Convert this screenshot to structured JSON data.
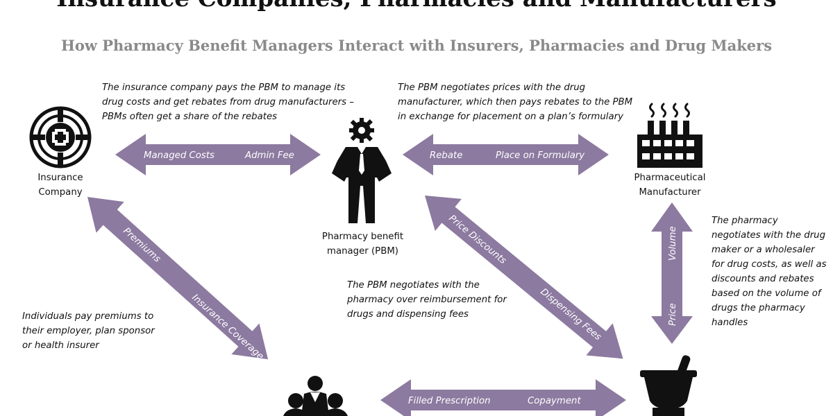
{
  "header": {
    "top_title_partial": "Insurance Companies, Pharmacies and Manufacturers",
    "subtitle": "How Pharmacy Benefit Managers Interact with Insurers, Pharmacies and Drug Makers"
  },
  "colors": {
    "arrow": "#8c7aa0",
    "icon": "#111111",
    "subtitle": "#8a8a8a"
  },
  "entities": {
    "insurance": {
      "label": "Insurance\nCompany",
      "icon": "insurance-shield-cross-icon"
    },
    "pbm": {
      "label": "Pharmacy benefit\nmanager (PBM)",
      "icon": "businessman-gear-icon"
    },
    "manufacturer": {
      "label": "Pharmaceutical\nManufacturer",
      "icon": "factory-icon"
    },
    "individuals": {
      "icon": "people-group-icon"
    },
    "pharmacy": {
      "icon": "mortar-pestle-icon"
    }
  },
  "notes": {
    "insurer_pbm": "The insurance company pays the PBM to manage its drug costs and get rebates from drug manufacturers – PBMs often get a share of the rebates",
    "pbm_manufacturer": "The PBM negotiates prices with the drug manufacturer, which then pays rebates to the PBM in exchange for placement on a plan’s formulary",
    "pharmacy_manufacturer": "The pharmacy negotiates with the drug maker or a wholesaler for drug costs, as well as discounts and rebates based on the volume of drugs the pharmacy handles",
    "pbm_pharmacy": "The PBM negotiates with the pharmacy over reimbursement for drugs and dispensing fees",
    "individuals": "Individuals pay premiums to their employer, plan sponsor or health insurer"
  },
  "arrows": {
    "insurer_pbm": {
      "left": "Managed Costs",
      "right": "Admin Fee"
    },
    "pbm_manufacturer": {
      "left": "Rebate",
      "right": "Place on Formulary"
    },
    "manufacturer_pharmacy": {
      "top": "Volume",
      "bottom": "Price"
    },
    "pbm_pharmacy": {
      "upper": "Price Discounts",
      "lower": "Dispensing Fees"
    },
    "insurer_individuals": {
      "upper": "Premiums",
      "lower": "Insurance Coverage"
    },
    "individuals_pharmacy": {
      "left": "Filled Prescription",
      "right": "Copayment"
    }
  }
}
